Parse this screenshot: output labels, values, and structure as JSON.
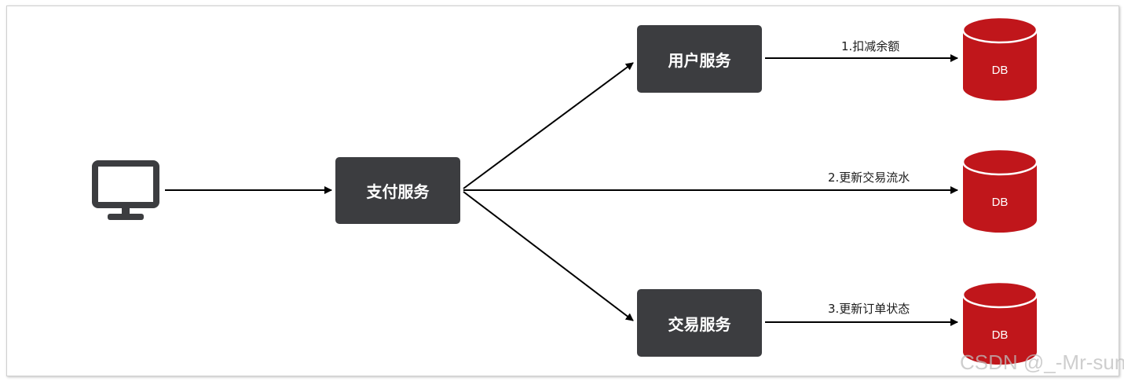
{
  "nodes": {
    "payment_service": "支付服务",
    "user_service": "用户服务",
    "trade_service": "交易服务"
  },
  "edges": {
    "deduct_balance": "1.扣减余额",
    "update_trade_log": "2.更新交易流水",
    "update_order_status": "3.更新订单状态"
  },
  "databases": {
    "db1": "DB",
    "db2": "DB",
    "db3": "DB"
  },
  "icons": {
    "client": "monitor-icon"
  },
  "colors": {
    "service_box": "#3c3d40",
    "database": "#c0161b",
    "arrow": "#000000"
  },
  "watermark": "CSDN @_-Mr-sun"
}
